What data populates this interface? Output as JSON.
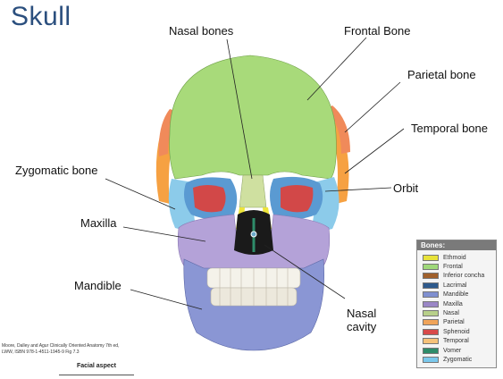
{
  "title": "Skull",
  "labels": {
    "nasal_bones": "Nasal bones",
    "frontal_bone": "Frontal Bone",
    "parietal_bone": "Parietal bone",
    "temporal_bone": "Temporal bone",
    "zygomatic_bone": "Zygomatic bone",
    "orbit": "Orbit",
    "maxilla": "Maxilla",
    "mandible": "Mandible",
    "nasal_cavity": [
      "Nasal",
      "cavity"
    ]
  },
  "credit": [
    "Moore, Dalley and Agur Clinically Oriented Anatomy 7th ed,",
    "LWW, ISBN 978-1-4511-1945-9 Fig 7.3"
  ],
  "caption": "Facial aspect",
  "legend": {
    "title": "Bones:",
    "items": [
      {
        "label": "Ethmoid",
        "color": "#e8e23a"
      },
      {
        "label": "Frontal",
        "color": "#9fd87a"
      },
      {
        "label": "Inferior concha",
        "color": "#a0602c"
      },
      {
        "label": "Lacrimal",
        "color": "#2e5a8c"
      },
      {
        "label": "Mandible",
        "color": "#7f8fd0"
      },
      {
        "label": "Maxilla",
        "color": "#9a86c6"
      },
      {
        "label": "Nasal",
        "color": "#b8d08a"
      },
      {
        "label": "Parietal",
        "color": "#f0a45a"
      },
      {
        "label": "Sphenoid",
        "color": "#d84a4a"
      },
      {
        "label": "Temporal",
        "color": "#f6c27a"
      },
      {
        "label": "Vomer",
        "color": "#2e8c6a"
      },
      {
        "label": "Zygomatic",
        "color": "#7ac8ec"
      }
    ]
  }
}
